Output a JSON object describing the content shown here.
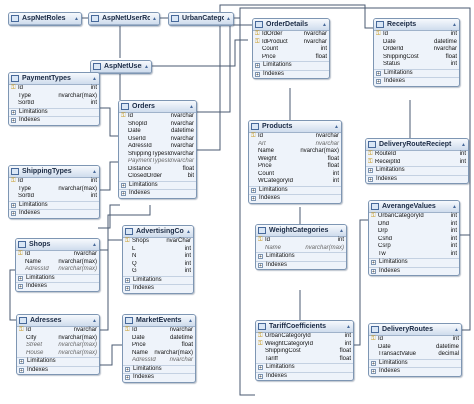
{
  "tables": [
    {
      "id": "aspnetroles",
      "name": "AspNetRoles",
      "columns": [],
      "sections": []
    },
    {
      "id": "aspnetuserroles",
      "name": "AspNetUserRoles",
      "columns": [],
      "sections": []
    },
    {
      "id": "urbancategory",
      "name": "UrbanCategory",
      "columns": [],
      "sections": []
    },
    {
      "id": "aspnetusers",
      "name": "AspNetUsers",
      "columns": [],
      "sections": []
    },
    {
      "id": "paymenttypes",
      "name": "PaymentTypes",
      "columns": [
        {
          "name": "Id",
          "type": "int",
          "pk": true
        },
        {
          "name": "Type",
          "type": "nvarchar(max)"
        },
        {
          "name": "SortId",
          "type": "int"
        }
      ],
      "sections": [
        "Limitations",
        "Indexes"
      ]
    },
    {
      "id": "orders",
      "name": "Orders",
      "columns": [
        {
          "name": "Id",
          "type": "nvarchar",
          "pk": true
        },
        {
          "name": "ShopId",
          "type": "nvarchar"
        },
        {
          "name": "Date",
          "type": "datetime"
        },
        {
          "name": "UserId",
          "type": "nvarchar"
        },
        {
          "name": "AdressId",
          "type": "nvarchar"
        },
        {
          "name": "ShippingTypesId",
          "type": "nvarchar"
        },
        {
          "name": "PaymentTypesId",
          "type": "nvarchar",
          "italic": true
        },
        {
          "name": "Distance",
          "type": "float"
        },
        {
          "name": "ClosedOrder",
          "type": "bit"
        }
      ],
      "sections": [
        "Limitations",
        "Indexes"
      ]
    },
    {
      "id": "shippingtypes",
      "name": "ShippingTypes",
      "columns": [
        {
          "name": "Id",
          "type": "int",
          "pk": true
        },
        {
          "name": "Type",
          "type": "nvarchar(max)"
        },
        {
          "name": "SortId",
          "type": "int"
        }
      ],
      "sections": [
        "Limitations",
        "Indexes"
      ]
    },
    {
      "id": "advertisingcosts",
      "name": "AdvertisingCosts",
      "columns": [
        {
          "name": "Shops",
          "type": "nvarChar",
          "pk": true
        },
        {
          "name": "L",
          "type": "int"
        },
        {
          "name": "N",
          "type": "int"
        },
        {
          "name": "Q",
          "type": "int"
        },
        {
          "name": "G",
          "type": "int"
        }
      ],
      "sections": [
        "Limitations",
        "Indexes"
      ]
    },
    {
      "id": "shops",
      "name": "Shops",
      "columns": [
        {
          "name": "Id",
          "type": "nvarchar",
          "pk": true
        },
        {
          "name": "Name",
          "type": "nvarchar(max)"
        },
        {
          "name": "AdressId",
          "type": "nvarchar(max)",
          "italic": true
        }
      ],
      "sections": [
        "Limitations",
        "Indexes"
      ]
    },
    {
      "id": "adresses",
      "name": "Adresses",
      "columns": [
        {
          "name": "Id",
          "type": "nvarchar",
          "pk": true
        },
        {
          "name": "City",
          "type": "nvarchar(max)"
        },
        {
          "name": "Street",
          "type": "nvarchar(max)",
          "italic": true
        },
        {
          "name": "House",
          "type": "nvarchar(max)",
          "italic": true
        }
      ],
      "sections": [
        "Limitations",
        "Indexes"
      ]
    },
    {
      "id": "marketevents",
      "name": "MarketEvents",
      "columns": [
        {
          "name": "Id",
          "type": "nvarchar",
          "pk": true
        },
        {
          "name": "Date",
          "type": "datetime"
        },
        {
          "name": "Price",
          "type": "float"
        },
        {
          "name": "Name",
          "type": "nvarchar(max)"
        },
        {
          "name": "AdressId",
          "type": "nvarchar",
          "italic": true
        }
      ],
      "sections": [
        "Limitations",
        "Indexes"
      ]
    },
    {
      "id": "orderdetails",
      "name": "OrderDetails",
      "columns": [
        {
          "name": "IdOrder",
          "type": "nvarchar",
          "pk": true
        },
        {
          "name": "IdProduct",
          "type": "nvarchar",
          "pk": true
        },
        {
          "name": "Count",
          "type": "int"
        },
        {
          "name": "Price",
          "type": "float"
        }
      ],
      "sections": [
        "Limitations",
        "Indexes"
      ]
    },
    {
      "id": "products",
      "name": "Products",
      "columns": [
        {
          "name": "Id",
          "type": "nvarchar",
          "pk": true
        },
        {
          "name": "Art",
          "type": "nvarchar",
          "italic": true
        },
        {
          "name": "Name",
          "type": "nvarchar(max)"
        },
        {
          "name": "Weight",
          "type": "float"
        },
        {
          "name": "Price",
          "type": "float"
        },
        {
          "name": "Count",
          "type": "int"
        },
        {
          "name": "WCategoryId",
          "type": "int"
        }
      ],
      "sections": [
        "Limitations",
        "Indexes"
      ]
    },
    {
      "id": "weightcategories",
      "name": "WeightCategories",
      "columns": [
        {
          "name": "Id",
          "type": "int",
          "pk": true
        },
        {
          "name": "Name",
          "type": "nvarchar(max)",
          "italic": true
        }
      ],
      "sections": [
        "Limitations",
        "Indexes"
      ]
    },
    {
      "id": "tariffcoefficients",
      "name": "TariffCoefficients",
      "columns": [
        {
          "name": "UrbanCategoryId",
          "type": "int",
          "pk": true
        },
        {
          "name": "WeightCategoryId",
          "type": "int",
          "pk": true
        },
        {
          "name": "ShippingCost",
          "type": "float"
        },
        {
          "name": "Tariff",
          "type": "float"
        }
      ],
      "sections": [
        "Limitations",
        "Indexes"
      ]
    },
    {
      "id": "receipts",
      "name": "Receipts",
      "columns": [
        {
          "name": "Id",
          "type": "int",
          "pk": true
        },
        {
          "name": "Date",
          "type": "datetime"
        },
        {
          "name": "OrderId",
          "type": "nvarchar"
        },
        {
          "name": "ShippingCost",
          "type": "float"
        },
        {
          "name": "Status",
          "type": "int"
        }
      ],
      "sections": [
        "Limitations",
        "Indexes"
      ]
    },
    {
      "id": "deliveryroutereciept",
      "name": "DeliveryRouteReciept",
      "columns": [
        {
          "name": "RouteId",
          "type": "int",
          "pk": true
        },
        {
          "name": "ReceiptId",
          "type": "int",
          "pk": true
        }
      ],
      "sections": [
        "Limitations",
        "Indexes"
      ]
    },
    {
      "id": "averangevalues",
      "name": "AverangeValues",
      "columns": [
        {
          "name": "UrbanCategoryId",
          "type": "int",
          "pk": true
        },
        {
          "name": "Dhd",
          "type": "int"
        },
        {
          "name": "Drp",
          "type": "int"
        },
        {
          "name": "Cshd",
          "type": "int"
        },
        {
          "name": "Csrp",
          "type": "int"
        },
        {
          "name": "Tw",
          "type": "int"
        }
      ],
      "sections": [
        "Limitations",
        "Indexes"
      ]
    },
    {
      "id": "deliveryroutes",
      "name": "DeliveryRoutes",
      "columns": [
        {
          "name": "Id",
          "type": "int",
          "pk": true
        },
        {
          "name": "Date",
          "type": "datetime"
        },
        {
          "name": "TransactValue",
          "type": "decimal"
        }
      ],
      "sections": [
        "Limitations",
        "Indexes"
      ]
    }
  ]
}
